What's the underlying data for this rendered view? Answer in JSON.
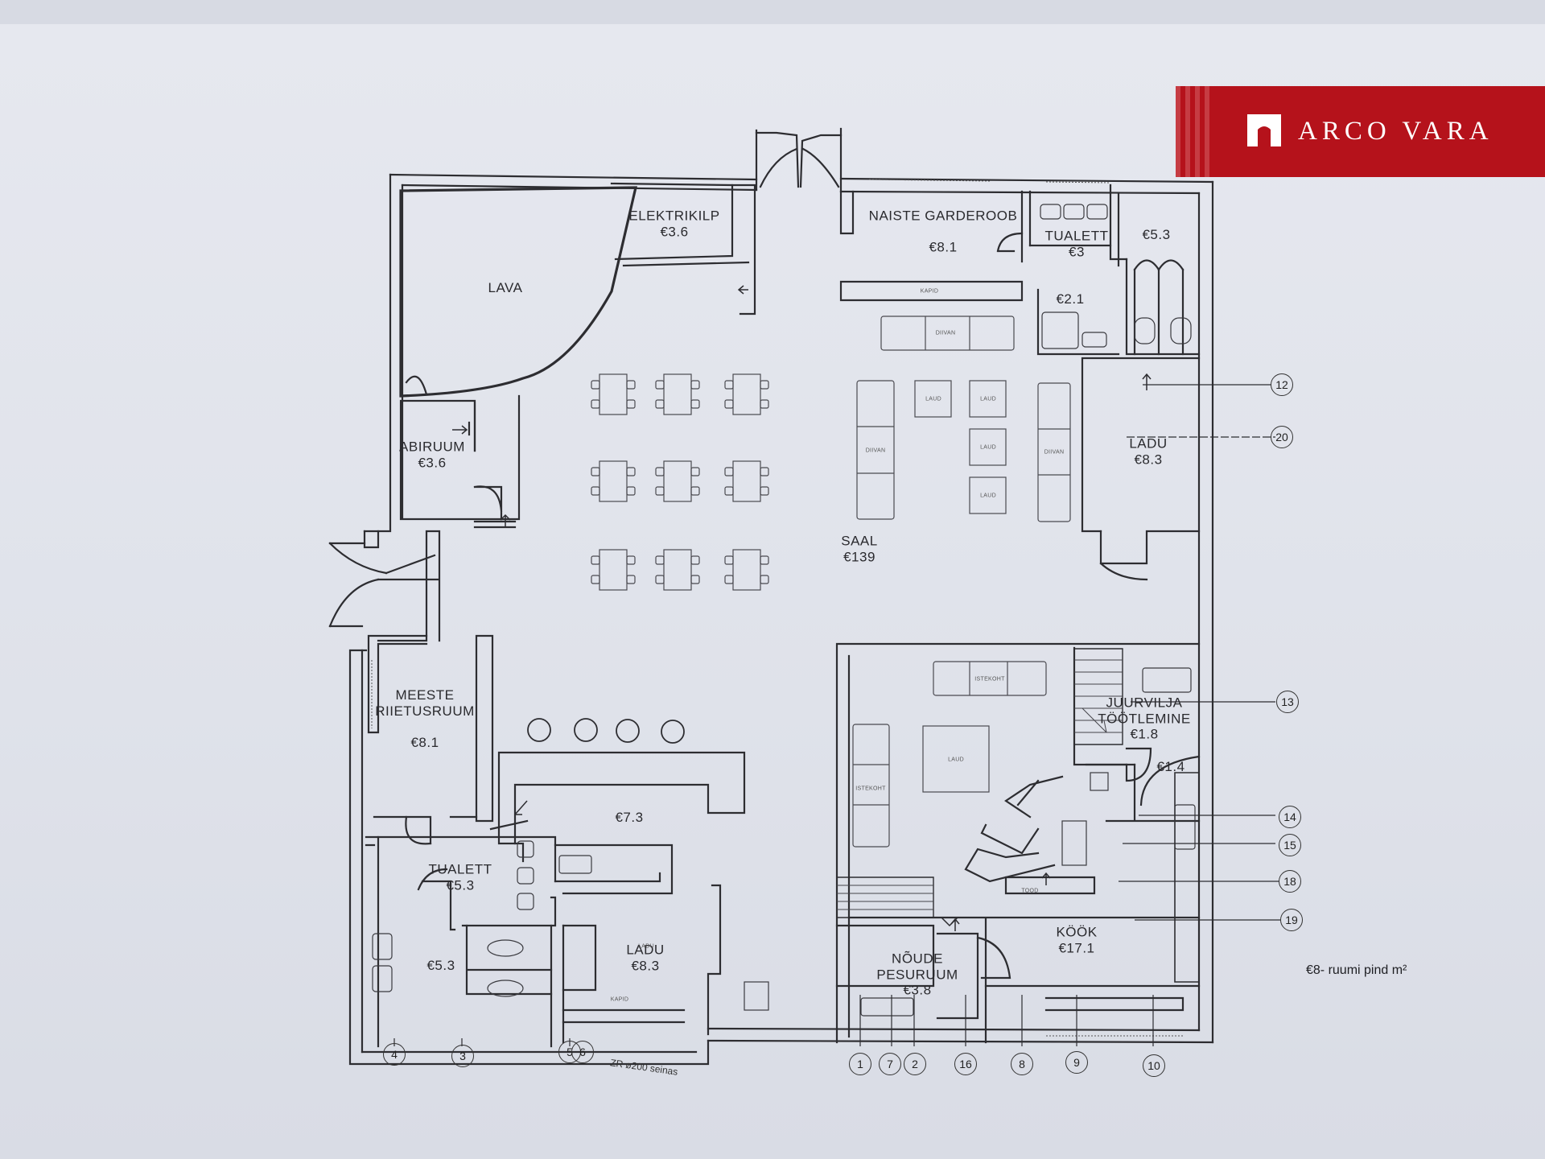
{
  "brand": {
    "name": "ARCO VARA",
    "primary_color": "#b5121b",
    "icon": "house-door-logo-icon"
  },
  "rooms": [
    {
      "id": "lava",
      "label": "LAVA"
    },
    {
      "id": "elektrikilp",
      "label": "ELEKTRIKILP\n€3.6"
    },
    {
      "id": "naiste-garderoob",
      "label": "NAISTE GARDEROOB\n\n€8.1"
    },
    {
      "id": "tualett-top",
      "label": "TUALETT\n€3"
    },
    {
      "id": "room-5-3-top",
      "label": "€5.3"
    },
    {
      "id": "room-2-1",
      "label": "€2.1"
    },
    {
      "id": "abiruum",
      "label": "ABIRUUM\n€3.6"
    },
    {
      "id": "ladu-right",
      "label": "LADU\n€8.3"
    },
    {
      "id": "saal",
      "label": "SAAL\n€139"
    },
    {
      "id": "meeste-riietusruum",
      "label": "MEESTE\nRIIETUSRUUM\n\n€8.1"
    },
    {
      "id": "baar",
      "label": "€7.3"
    },
    {
      "id": "tualett-bottom",
      "label": "TUALETT\n€5.3"
    },
    {
      "id": "room-5-3-bottom",
      "label": "€5.3"
    },
    {
      "id": "ladu-bottom",
      "label": "LADU\n€8.3"
    },
    {
      "id": "juurvilja",
      "label": "JUURVILJA\nTÖÖTLEMINE\n€1.8"
    },
    {
      "id": "room-1-4",
      "label": "€1.4"
    },
    {
      "id": "kook",
      "label": "KÖÖK\n€17.1"
    },
    {
      "id": "noude-pesuruum",
      "label": "NÕUDE\nPESURUUM\n€3.8"
    }
  ],
  "furniture_labels": {
    "kapid": "KAPID",
    "diivan": "DIIVAN",
    "laud": "LAUD",
    "istekoht": "ISTEKOHT",
    "ladu_small": "LADU",
    "tood": "TOOD"
  },
  "axis_marks": [
    "12",
    "20",
    "13",
    "14",
    "15",
    "18",
    "19",
    "4",
    "3",
    "5",
    "6",
    "1",
    "7",
    "2",
    "16",
    "8",
    "9",
    "10"
  ],
  "legend": "€8- ruumi pind m²",
  "footnote": "ZR ø200 seinas"
}
